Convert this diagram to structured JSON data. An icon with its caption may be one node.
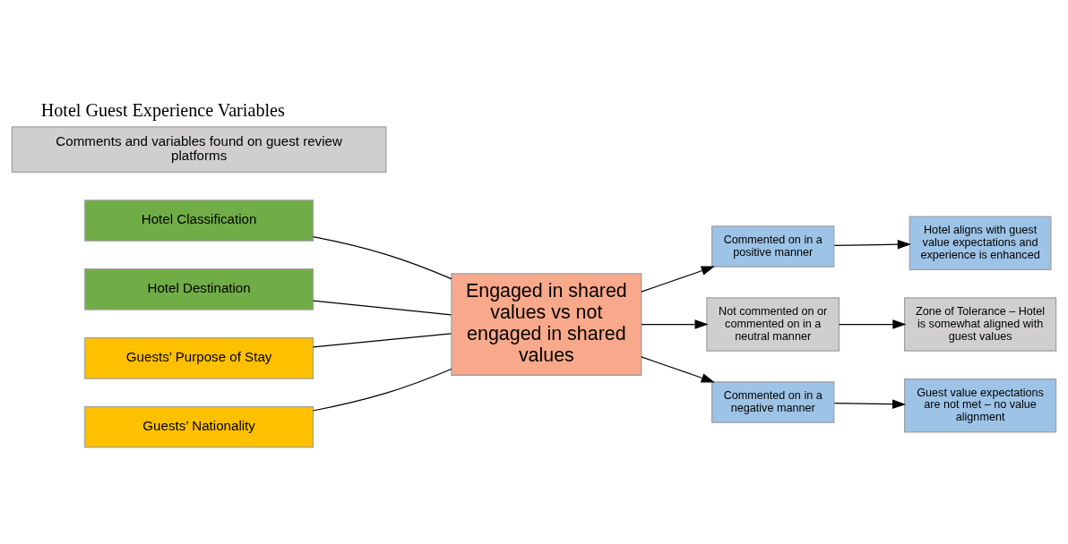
{
  "diagram": {
    "title": "Hotel Guest Experience Variables",
    "nodes": [
      {
        "text": [
          "Hotel Classification"
        ]
      },
      {
        "text": [
          "Hotel Destination"
        ]
      },
      {
        "text": [
          "Guests’ Purpose of Stay"
        ]
      },
      {
        "text": [
          "Guests’ Nationality"
        ]
      },
      {
        "text": [
          "Engaged in shared values vs not engaged in shared values"
        ]
      },
      {
        "text": [
          "Commented on in a positive manner"
        ]
      },
      {
        "text": [
          "Hotel aligns with guest value expectations and experience is enhanced"
        ]
      },
      {
        "text": [
          "Not commented on or commented on in a neutral manner"
        ]
      },
      {
        "text": [
          "Zone of Tolerance – Hotel is somewhat aligned with guest values"
        ]
      },
      {
        "text": [
          "Commented on in a negative manner"
        ]
      },
      {
        "text": [
          "Guest value expectations are not met – no value alignment"
        ]
      },
      {
        "text": [
          "Comments and variables found on guest review platforms"
        ]
      }
    ],
    "edges": [
      {
        "from": 0,
        "to": 4,
        "arrow": "none"
      },
      {
        "from": 1,
        "to": 4,
        "arrow": "none"
      },
      {
        "from": 2,
        "to": 4,
        "arrow": "none"
      },
      {
        "from": 3,
        "to": 4,
        "arrow": "none"
      },
      {
        "from": 4,
        "to": 5,
        "arrow": "to"
      },
      {
        "from": 4,
        "to": 7,
        "arrow": "to"
      },
      {
        "from": 4,
        "to": 9,
        "arrow": "to"
      },
      {
        "from": 5,
        "to": 6,
        "arrow": "to"
      },
      {
        "from": 7,
        "to": 8,
        "arrow": "to"
      },
      {
        "from": 9,
        "to": 10,
        "arrow": "to"
      }
    ]
  }
}
